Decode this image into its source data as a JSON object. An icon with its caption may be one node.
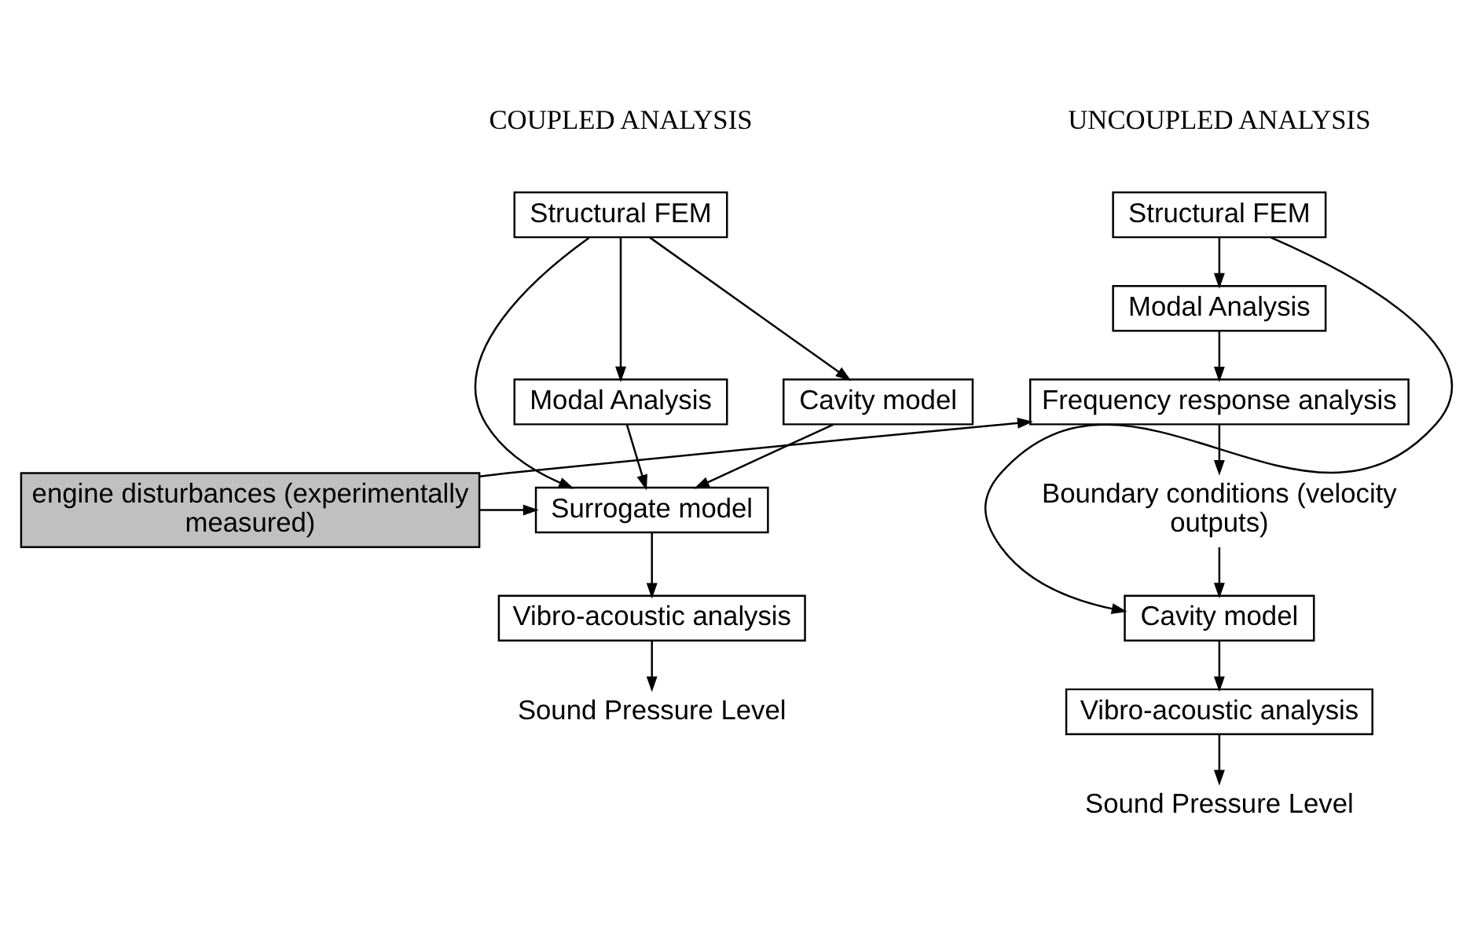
{
  "diagram": {
    "nodes": [
      {
        "text": [
          "Structural FEM"
        ]
      },
      {
        "text": [
          "Modal Analysis"
        ]
      },
      {
        "text": [
          "Cavity model"
        ]
      },
      {
        "text": [
          "Surrogate model"
        ]
      },
      {
        "text": [
          "Vibro-acoustic analysis"
        ]
      },
      {
        "text": [
          "Sound Pressure Level"
        ]
      },
      {
        "text": [
          "engine disturbances (experimentally measured)"
        ]
      },
      {
        "text": [
          "Structural FEM"
        ]
      },
      {
        "text": [
          "Modal Analysis"
        ]
      },
      {
        "text": [
          "Frequency response analysis"
        ]
      },
      {
        "text": [
          "Boundary conditions (velocity outputs)"
        ]
      },
      {
        "text": [
          "Cavity model"
        ]
      },
      {
        "text": [
          "Vibro-acoustic analysis"
        ]
      },
      {
        "text": [
          "Sound Pressure Level"
        ]
      }
    ],
    "edges": [
      {
        "from": 0,
        "to": 1,
        "arrow": "to"
      },
      {
        "from": 0,
        "to": 2,
        "arrow": "to"
      },
      {
        "from": 0,
        "to": 3,
        "arrow": "to"
      },
      {
        "from": 1,
        "to": 3,
        "arrow": "to"
      },
      {
        "from": 2,
        "to": 3,
        "arrow": "to"
      },
      {
        "from": 6,
        "to": 3,
        "arrow": "to"
      },
      {
        "from": 3,
        "to": 4,
        "arrow": "to"
      },
      {
        "from": 4,
        "to": 5,
        "arrow": "to"
      },
      {
        "from": 6,
        "to": 9,
        "arrow": "to"
      },
      {
        "from": 7,
        "to": 8,
        "arrow": "to"
      },
      {
        "from": 8,
        "to": 9,
        "arrow": "to"
      },
      {
        "from": 9,
        "to": 10,
        "arrow": "to"
      },
      {
        "from": 10,
        "to": 11,
        "arrow": "to"
      },
      {
        "from": 11,
        "to": 12,
        "arrow": "to"
      },
      {
        "from": 12,
        "to": 13,
        "arrow": "to"
      },
      {
        "from": 7,
        "to": 11,
        "arrow": "to"
      }
    ],
    "labels": [
      "COUPLED ANALYSIS",
      "UNCOUPLED ANALYSIS"
    ]
  }
}
